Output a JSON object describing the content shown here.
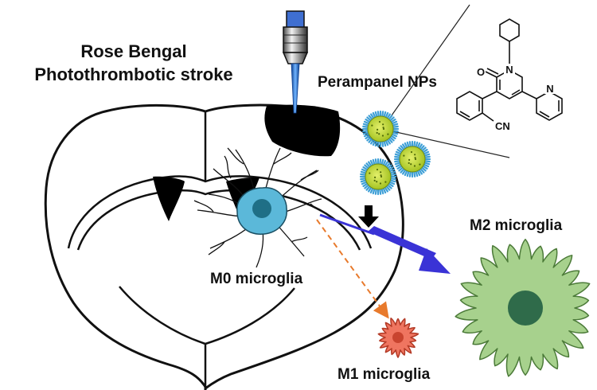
{
  "title_line1": "Rose Bengal",
  "title_line2": "Photothrombotic stroke",
  "nps_label": "Perampanel NPs",
  "m0_label": "M0 microglia",
  "m1_label": "M1 microglia",
  "m2_label": "M2 microglia",
  "chem_atoms": {
    "oxygen": "O",
    "nitrogen_ring": "N",
    "nitrogen_pyridine": "N",
    "cyano": "CN"
  },
  "colors": {
    "m0_body": "#5bb8d9",
    "m0_nucleus": "#1f6f86",
    "m1_body": "#ef7560",
    "m1_nucleus": "#c8442f",
    "m2_body": "#a7d18d",
    "m2_nucleus": "#2f6b4a",
    "nanoparticle_core": "#c7dc2a",
    "nanoparticle_shell": "#3e9fd6",
    "polarization_arrow": "#3a33d6",
    "m1_arrow": "#e87a2c",
    "laser_beam": "#1f6fd1"
  },
  "icons": [
    "laser-fiber-icon",
    "perampanel-structure-icon",
    "nanoparticle-icon",
    "down-arrow-icon"
  ]
}
